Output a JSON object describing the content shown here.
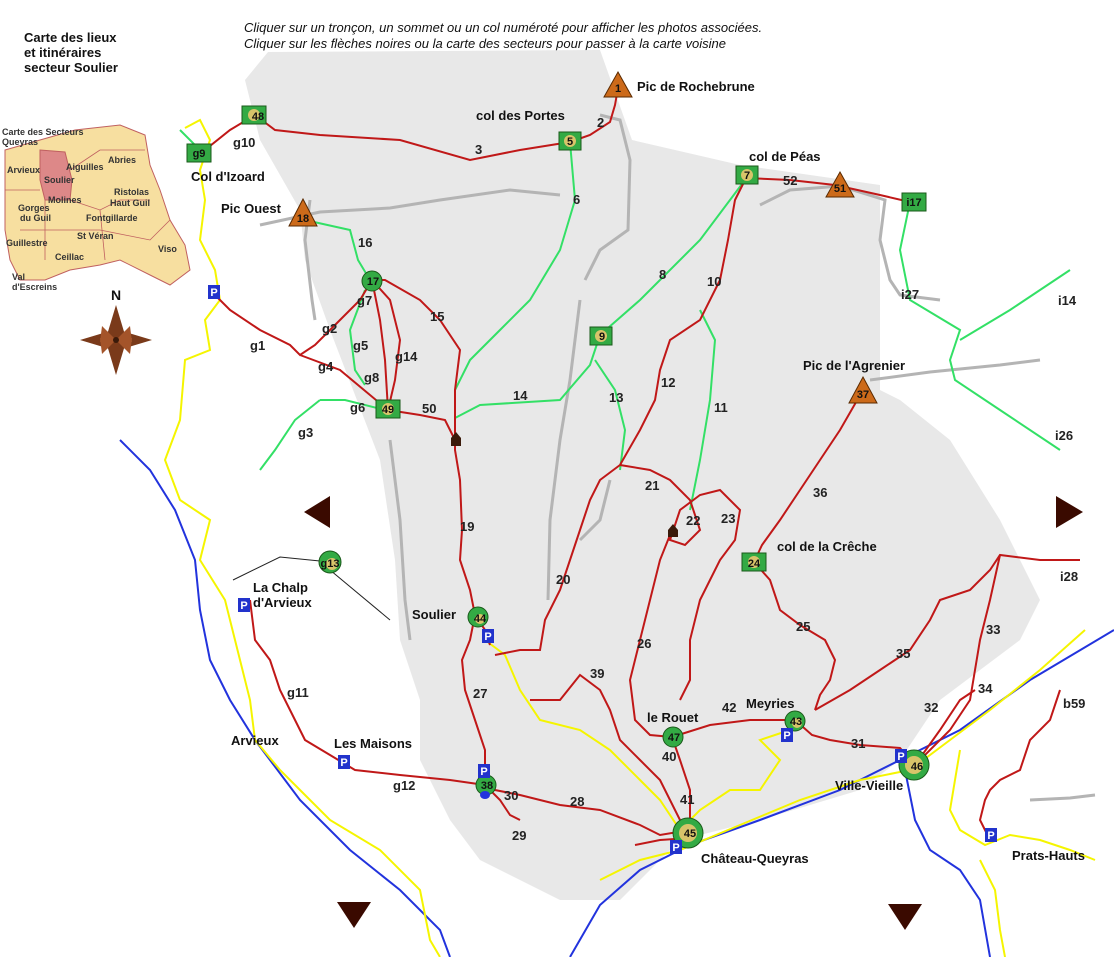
{
  "title": [
    "Carte des lieux",
    "et itinéraires",
    "secteur Soulier"
  ],
  "instructions": [
    "Cliquer sur un tronçon, un sommet ou un col numéroté pour afficher les photos associées.",
    "Cliquer sur les flèches noires ou la carte des secteurs pour passer à la carte voisine"
  ],
  "compass_label": "N",
  "minimap": {
    "title": [
      "Carte des Secteurs",
      "Queyras"
    ],
    "sectors": [
      "Arvieux",
      "Aiguilles",
      "Abries",
      "Soulier",
      "Ristolas",
      "Haut Guil",
      "Gorges",
      "du Guil",
      "Molines",
      "Fontgillarde",
      "Guillestre",
      "St Véran",
      "Viso",
      "Ceillac",
      "Val",
      "d'Escreins"
    ],
    "highlight": "Soulier",
    "colors": {
      "land": "#f7dfa0",
      "highlight": "#dd8888",
      "border": "#c06060"
    }
  },
  "colors": {
    "trail": "#c01818",
    "trail_alt": "#33e066",
    "road": "#f5f500",
    "river": "#2233dd",
    "zone": "#e8e8e8",
    "zone_path": "#b4b4b4",
    "summit": "#cc6a1a",
    "col_marker": "#33aa44",
    "parking": "#2233cc"
  },
  "places": [
    "Pic de Rochebrune",
    "col des Portes",
    "col de Péas",
    "Col d'Izoard",
    "Pic Ouest",
    "Pic de l'Agrenier",
    "col de la Crêche",
    "La Chalp",
    "d'Arvieux",
    "Soulier",
    "Arvieux",
    "Les Maisons",
    "le Rouet",
    "Meyries",
    "Ville-Vieille",
    "Château-Queyras",
    "Prats-Hauts"
  ],
  "summits": [
    "1",
    "51",
    "18",
    "37"
  ],
  "cols": [
    "48",
    "5",
    "g9",
    "7",
    "i17",
    "9",
    "49",
    "24"
  ],
  "points": [
    "17",
    "g13",
    "44",
    "47",
    "43",
    "38",
    "45",
    "46"
  ],
  "parking_label": "P",
  "segment_labels": [
    "2",
    "3",
    "g10",
    "52",
    "6",
    "16",
    "8",
    "10",
    "g7",
    "15",
    "i27",
    "i14",
    "g2",
    "g1",
    "g5",
    "g14",
    "g4",
    "g8",
    "12",
    "14",
    "13",
    "11",
    "g6",
    "50",
    "g3",
    "i26",
    "21",
    "36",
    "22",
    "23",
    "19",
    "20",
    "i28",
    "25",
    "33",
    "26",
    "35",
    "39",
    "g11",
    "42",
    "34",
    "27",
    "32",
    "b59",
    "40",
    "31",
    "g12",
    "30",
    "28",
    "41",
    "29"
  ],
  "navigation": [
    "left",
    "right",
    "down",
    "down"
  ]
}
